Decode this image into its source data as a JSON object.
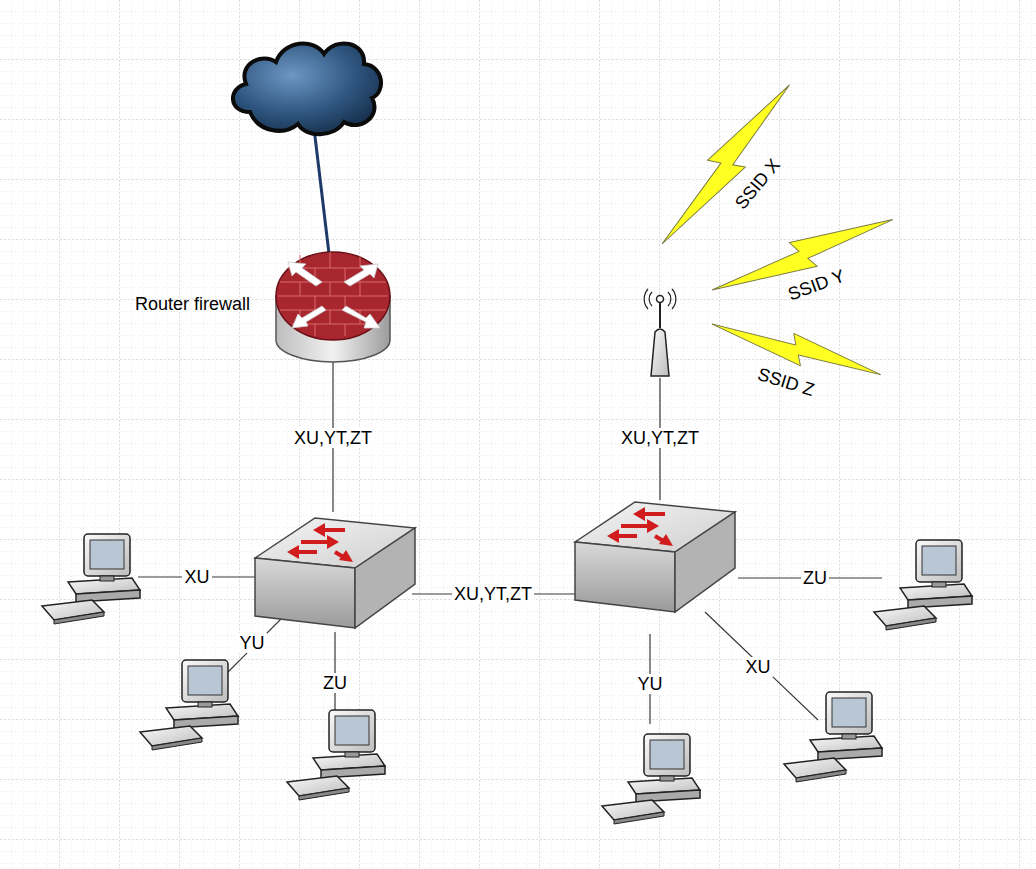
{
  "diagram": {
    "nodes": [
      {
        "text": [
          "Router firewall"
        ]
      }
    ],
    "labels": [
      "XU,YT,ZT",
      "XU",
      "YU",
      "ZU",
      "XU,YT,ZT",
      "XU,YT,ZT",
      "ZU",
      "YU",
      "XU",
      "SSID X",
      "SSID Y",
      "SSID Z"
    ]
  }
}
